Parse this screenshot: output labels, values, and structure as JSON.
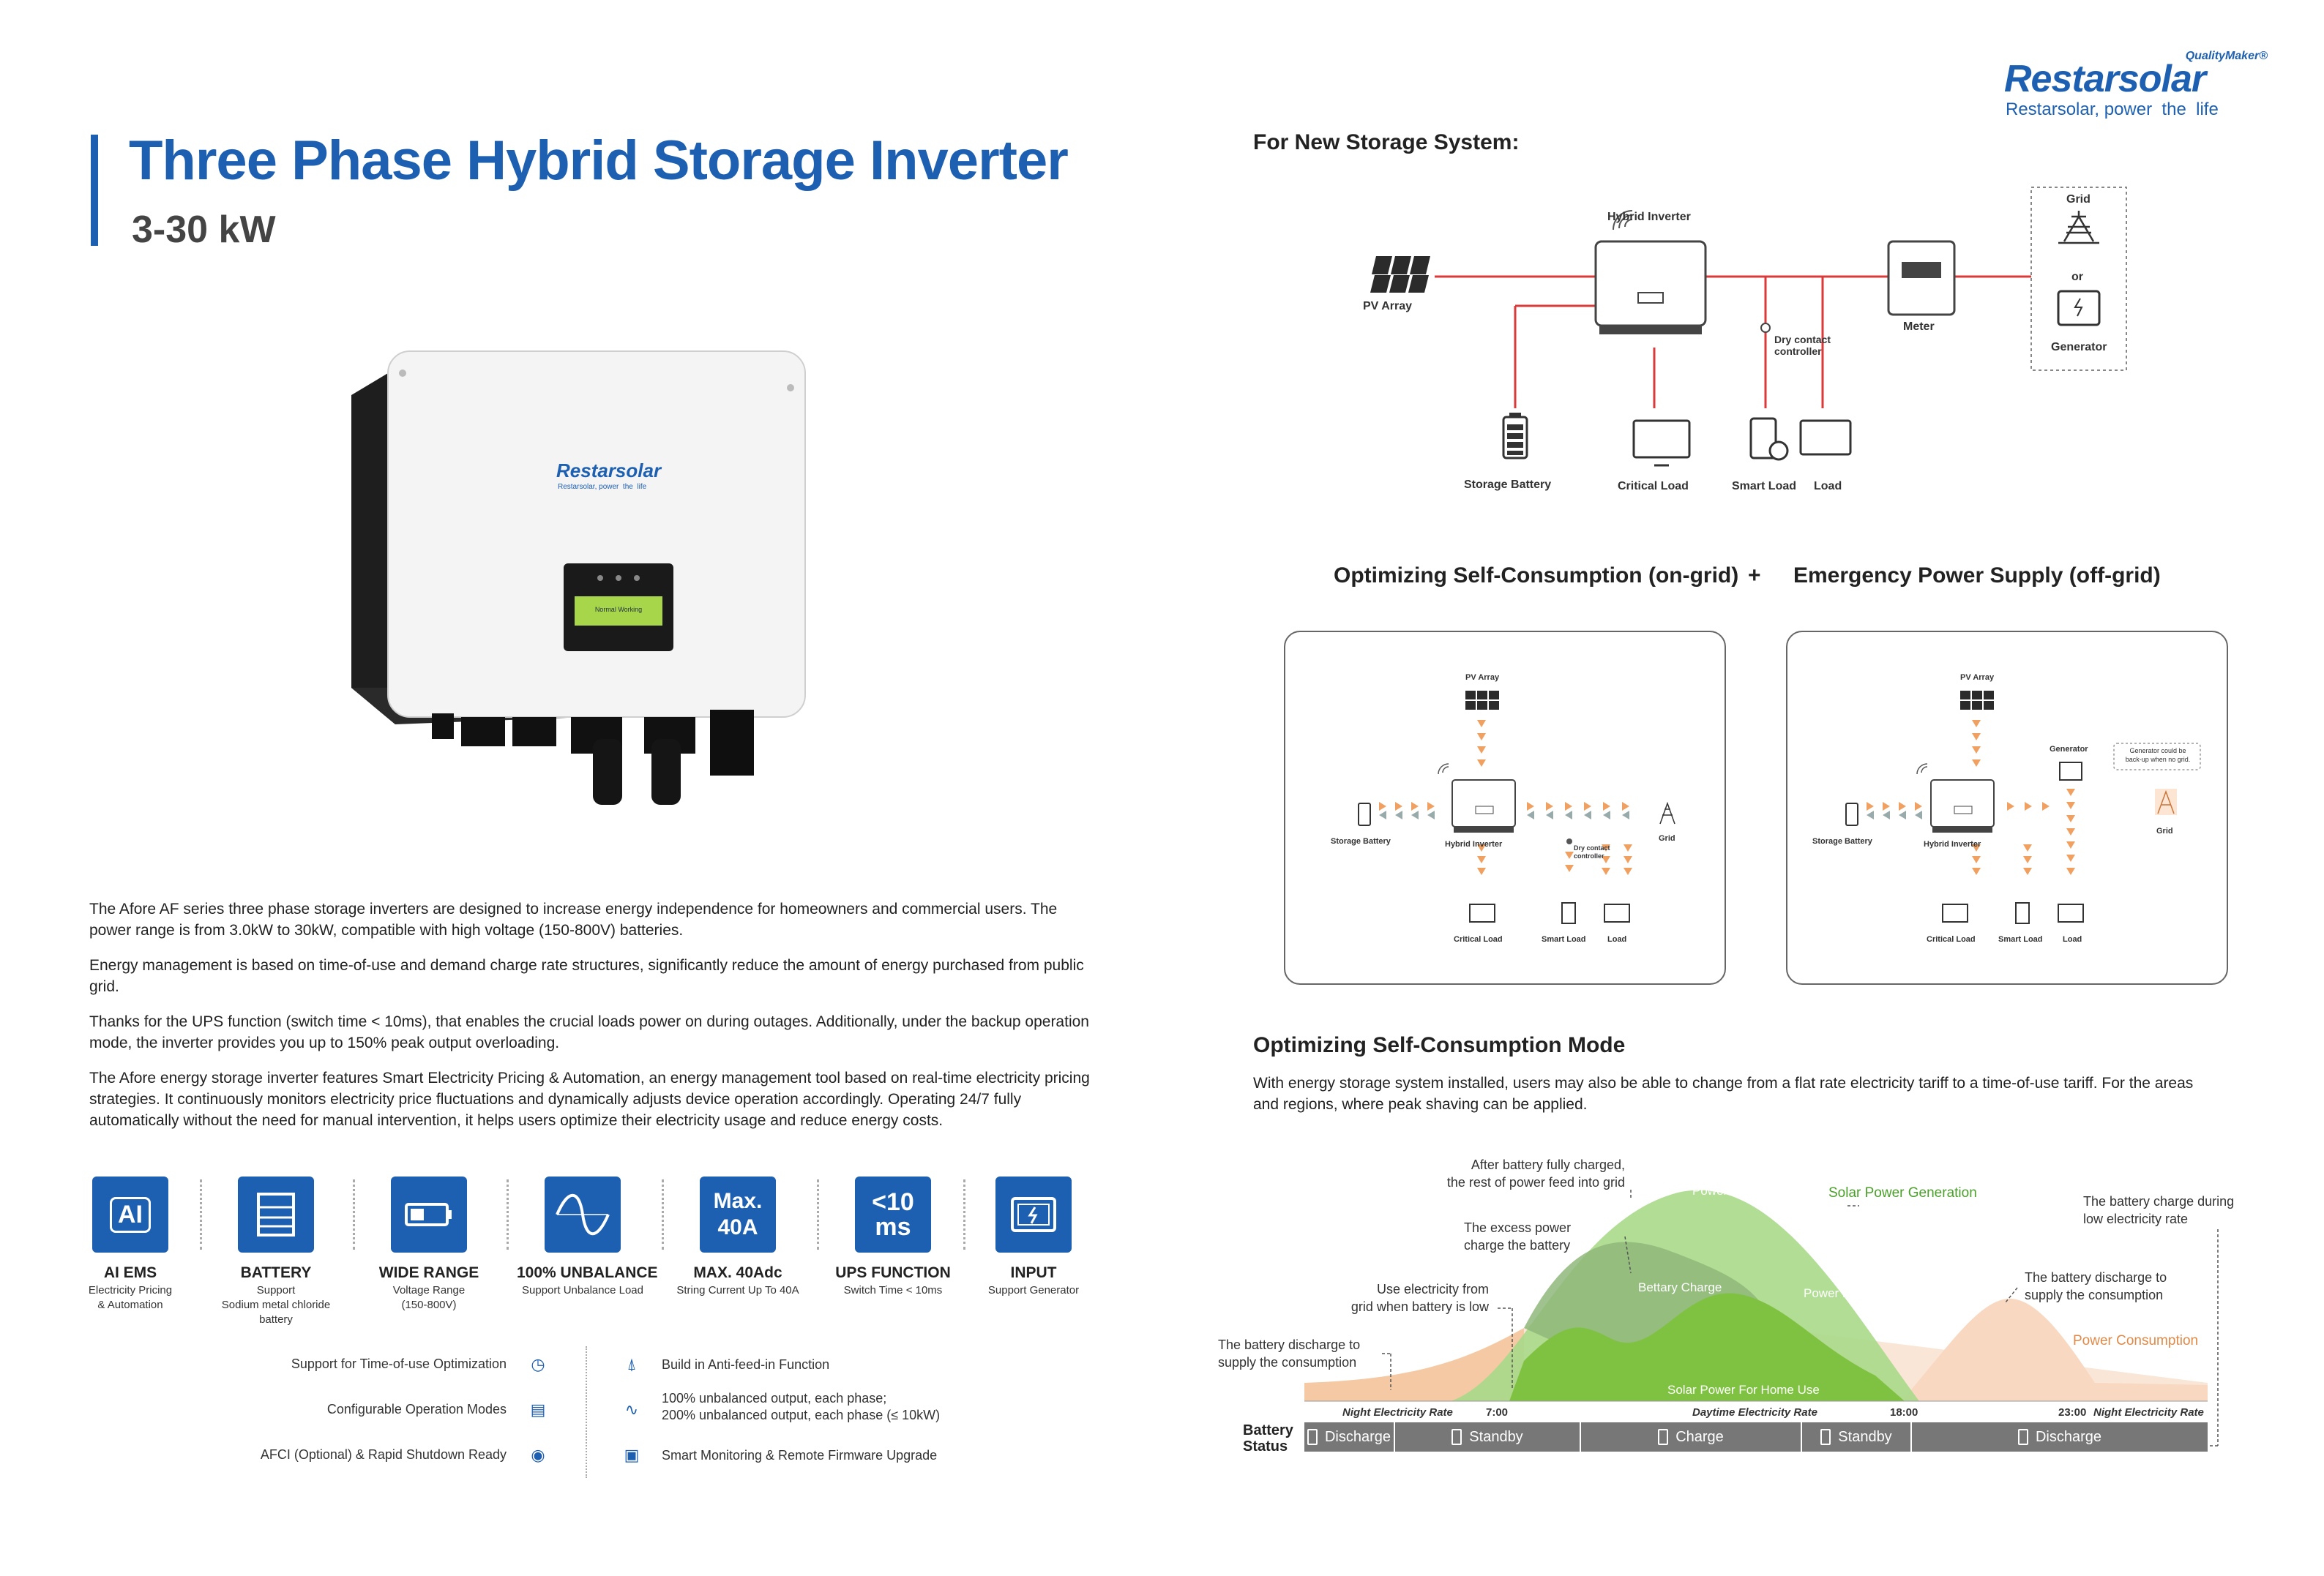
{
  "header": {
    "title": "Three Phase Hybrid Storage Inverter",
    "subtitle": "3-30 kW"
  },
  "logo": {
    "tag": "QualityMaker®",
    "brand": "Restarsolar",
    "slogan": "Restarsolar, power  the  life"
  },
  "product_photo": {
    "screen_text": "Normal Working",
    "brand": "Restarsolar",
    "slogan": "Restarsolar, power  the  life"
  },
  "paragraphs": [
    "The Afore AF series three phase storage inverters are designed to increase energy independence for homeowners and commercial users. The power range is from 3.0kW to 30kW, compatible with high voltage (150-800V) batteries.",
    "Energy management is based on time-of-use and demand charge rate structures, significantly reduce the amount of energy purchased from public grid.",
    "Thanks for the UPS function (switch time < 10ms), that enables the crucial loads power on during outages. Additionally, under the backup operation mode, the inverter provides you up to 150% peak output overloading.",
    "The Afore energy storage inverter features Smart Electricity Pricing & Automation, an energy management tool based on real-time electricity pricing strategies. It continuously monitors electricity price fluctuations and dynamically adjusts device operation accordingly. Operating 24/7 fully automatically without the need for manual intervention, it helps users optimize their electricity usage and reduce energy costs."
  ],
  "features": [
    {
      "icon": "ai-chip-icon",
      "icon_text": "AI",
      "name": "AI EMS",
      "desc": "Electricity Pricing\n& Automation"
    },
    {
      "icon": "battery-icon",
      "icon_text": "",
      "name": "BATTERY",
      "desc": "Support\nSodium metal chloride battery"
    },
    {
      "icon": "battery-range-icon",
      "icon_text": "",
      "name": "WIDE RANGE",
      "desc": "Voltage Range\n(150-800V)"
    },
    {
      "icon": "sine-wave-icon",
      "icon_text": "",
      "name": "100% UNBALANCE",
      "desc": "Support Unbalance Load"
    },
    {
      "icon": "max-current-icon",
      "icon_text": "Max.\n40A",
      "name": "MAX. 40Adc",
      "desc": "String Current Up To 40A"
    },
    {
      "icon": "ups-icon",
      "icon_text": "<10\nms",
      "name": "UPS FUNCTION",
      "desc": "Switch Time < 10ms"
    },
    {
      "icon": "generator-input-icon",
      "icon_text": "",
      "name": "INPUT",
      "desc": "Support Generator"
    }
  ],
  "support_list": {
    "left": [
      {
        "label": "Support for Time-of-use Optimization",
        "icon": "clock-icon"
      },
      {
        "label": "Configurable Operation Modes",
        "icon": "config-icon"
      },
      {
        "label": "AFCI (Optional) & Rapid Shutdown Ready",
        "icon": "antenna-icon"
      }
    ],
    "right": [
      {
        "label": "Build in Anti-feed-in Function",
        "icon": "tower-icon"
      },
      {
        "label": "100% unbalanced output, each phase;\n200% unbalanced output, each phase (≤ 10kW)",
        "icon": "wave-icon"
      },
      {
        "label": "Smart Monitoring & Remote Firmware Upgrade",
        "icon": "monitor-icon"
      }
    ]
  },
  "new_storage": {
    "title": "For New Storage System:",
    "pv": "PV Array",
    "inverter": "Hybrid Inverter",
    "dry_contact": "Dry contact\ncontroller",
    "meter": "Meter",
    "grid": "Grid",
    "or": "or",
    "generator": "Generator",
    "storage_battery": "Storage Battery",
    "critical_load": "Critical Load",
    "smart_load": "Smart Load",
    "load": "Load"
  },
  "modes": {
    "left_title": "Optimizing Self-Consumption (on-grid)",
    "plus": "+",
    "right_title": "Emergency Power Supply (off-grid)",
    "on_grid": {
      "pv": "PV Array",
      "battery": "Storage Battery",
      "inverter": "Hybrid Inverter",
      "dry": "Dry contact\ncontroller",
      "grid": "Grid",
      "critical": "Critical Load",
      "smart": "Smart Load",
      "load": "Load"
    },
    "off_grid": {
      "pv": "PV Array",
      "battery": "Storage Battery",
      "inverter": "Hybrid Inverter",
      "generator": "Generator",
      "gen_note": "Generator could be\nback-up when no grid.",
      "grid": "Grid",
      "critical": "Critical Load",
      "smart": "Smart Load",
      "load": "Load"
    }
  },
  "self_consumption": {
    "title": "Optimizing Self-Consumption Mode",
    "text": "With energy storage system installed, users may also be able to change from a flat rate electricity tariff to a time-of-use tariff. For the areas and regions, where peak shaving can be applied.",
    "annotations": {
      "after_charged": "After battery fully charged,\nthe rest of power feed into grid",
      "excess": "The excess power\ncharge the battery",
      "use_grid": "Use electricity from\ngrid when battery is low",
      "discharge_left": "The battery discharge to\nsupply the consumption",
      "charge_low": "The battery charge during\nlow electricity rate",
      "discharge_right": "The battery discharge to\nsupply the consumption"
    },
    "chart_labels": {
      "power_feed_top": "Power Feed-in",
      "solar_gen": "Solar Power Generation",
      "battery_charge": "Bettary Charge",
      "power_feed_mid": "Power Feed-in",
      "home_use": "Solar Power For Home Use",
      "consumption": "Power Consumption"
    },
    "timeline": {
      "night_left": "Night Electricity Rate",
      "t1": "7:00",
      "day": "Daytime Electricity Rate",
      "t2": "18:00",
      "t3": "23:00",
      "night_right": "Night Electricity Rate"
    },
    "battery_status_label": "Battery\nStatus",
    "status": [
      "Discharge",
      "Standby",
      "Charge",
      "Standby",
      "Discharge"
    ]
  },
  "colors": {
    "brand_blue": "#1d5fb0",
    "line_red": "#d93a3a",
    "solar_green": "#7fc241",
    "consumption_orange": "#f4c9a3"
  }
}
